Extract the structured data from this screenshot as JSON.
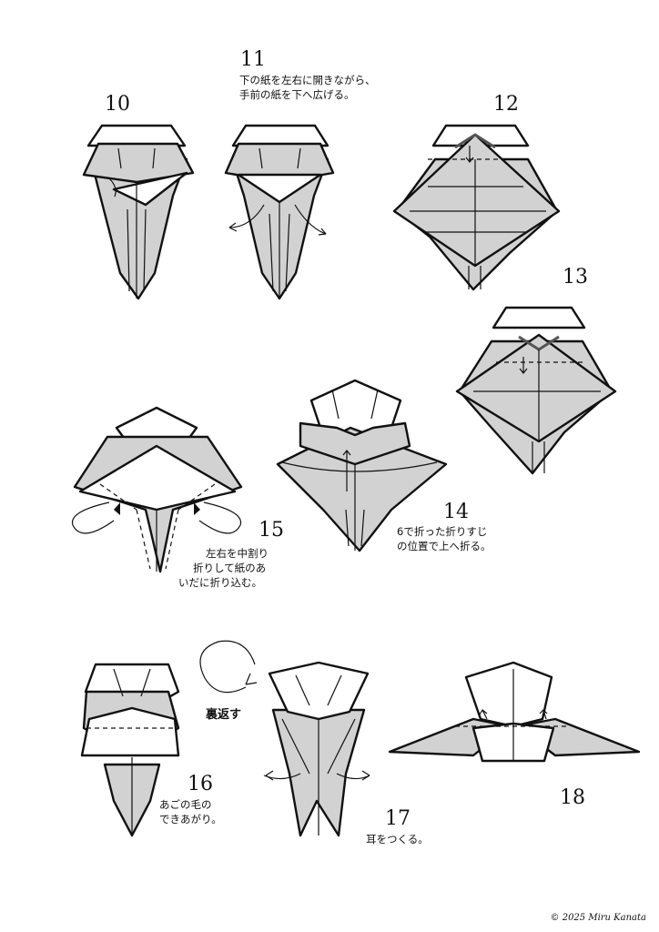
{
  "steps": [
    {
      "number": "10",
      "caption": []
    },
    {
      "number": "11",
      "caption": [
        "下の紙を左右に開きながら、",
        "手前の紙を下へ広げる。"
      ]
    },
    {
      "number": "12",
      "caption": []
    },
    {
      "number": "13",
      "caption": []
    },
    {
      "number": "14",
      "caption": [
        "6で折った折りすじ",
        "の位置で上へ折る。"
      ]
    },
    {
      "number": "15",
      "caption": [
        "左右を中割り",
        "折りして紙のあ",
        "いだに折り込む。"
      ]
    },
    {
      "number": "16",
      "caption": [
        "あごの毛の",
        "できあがり。"
      ]
    },
    {
      "number": "17",
      "caption": [
        "耳をつくる。"
      ]
    },
    {
      "number": "18",
      "caption": []
    }
  ],
  "flip_label": "裏返す",
  "copyright": "© 2025 Miru Kanata",
  "colors": {
    "paper_gray": "#d2d2d2",
    "paper_white": "#ffffff",
    "line": "#111111"
  }
}
